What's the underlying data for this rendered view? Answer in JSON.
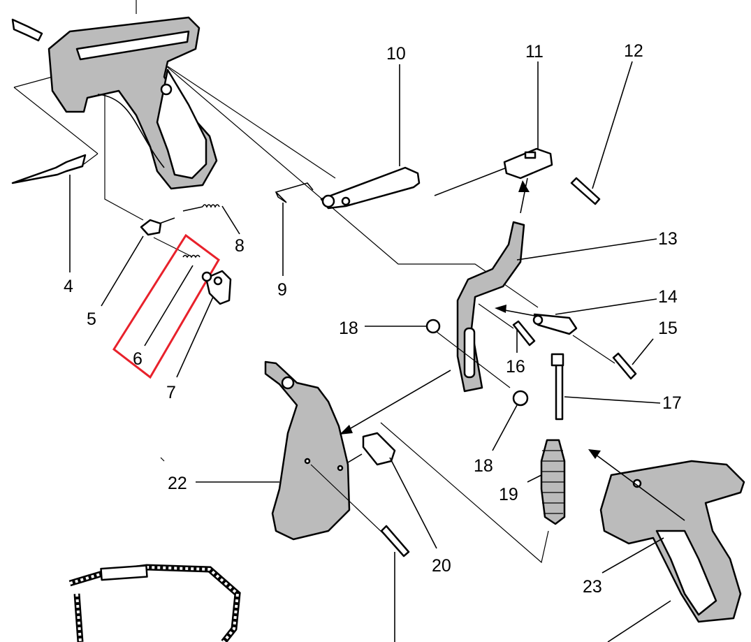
{
  "diagram": {
    "title": "Exploded parts view",
    "highlight_color": "#e8212b",
    "highlighted_part": "6",
    "labels": {
      "p4": "4",
      "p5": "5",
      "p6": "6",
      "p7": "7",
      "p8": "8",
      "p9": "9",
      "p10": "10",
      "p11": "11",
      "p12": "12",
      "p13": "13",
      "p14": "14",
      "p15": "15",
      "p16": "16",
      "p17": "17",
      "p18a": "18",
      "p18b": "18",
      "p19": "19",
      "p20": "20",
      "p22": "22",
      "p23": "23"
    }
  }
}
